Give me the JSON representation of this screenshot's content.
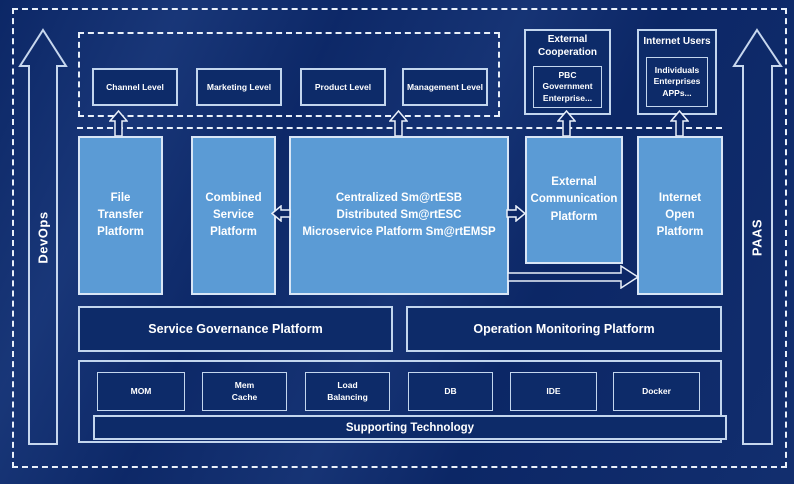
{
  "side_rails": {
    "left_label": "DevOps",
    "right_label": "PAAS"
  },
  "user_levels": {
    "items": [
      "Channel Level",
      "Marketing Level",
      "Product Level",
      "Management Level"
    ]
  },
  "external_cooperation": {
    "title": "External\nCooperation",
    "body": "PBC Government\nEnterprise..."
  },
  "internet_users": {
    "title": "Internet Users",
    "body": "Individuals\nEnterprises\nAPPs..."
  },
  "platforms": {
    "file_transfer": "File\nTransfer\nPlatform",
    "combined_service": "Combined\nService\nPlatform",
    "central": "Centralized Sm@rtESB\nDistributed Sm@rtESC\nMicroservice Platform Sm@rtEMSP",
    "external_communication": "External\nCommunication\nPlatform",
    "internet_open": "Internet\nOpen\nPlatform"
  },
  "governance": {
    "service": "Service Governance Platform",
    "operation": "Operation Monitoring Platform"
  },
  "supporting": {
    "items": [
      "MOM",
      "Mem\nCache",
      "Load\nBalancing",
      "DB",
      "IDE",
      "Docker"
    ],
    "bar_label": "Supporting Technology"
  },
  "colors": {
    "background": "#0c2766",
    "panel_blue": "#5b9bd5",
    "line_light": "#e9f0fa",
    "text": "#ffffff"
  }
}
